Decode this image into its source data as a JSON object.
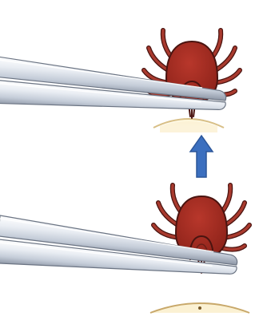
{
  "figure": {
    "panels": [
      {
        "name": "removed",
        "role": "tick pulled up and away from the skin"
      },
      {
        "name": "grasped",
        "role": "tick grasped close to the skin with tweezers"
      }
    ],
    "arrow": {
      "direction": "up"
    },
    "colors": {
      "tick_body": "#9b2a21",
      "tick_outline": "#4a1410",
      "tweezers_light": "#eef1f6",
      "tweezers_mid": "#c9d1de",
      "tweezers_dark": "#6b7483",
      "arrow": "#3b6fbf",
      "skin": "#f7ecc7",
      "skin_line": "#c8a86a"
    }
  }
}
